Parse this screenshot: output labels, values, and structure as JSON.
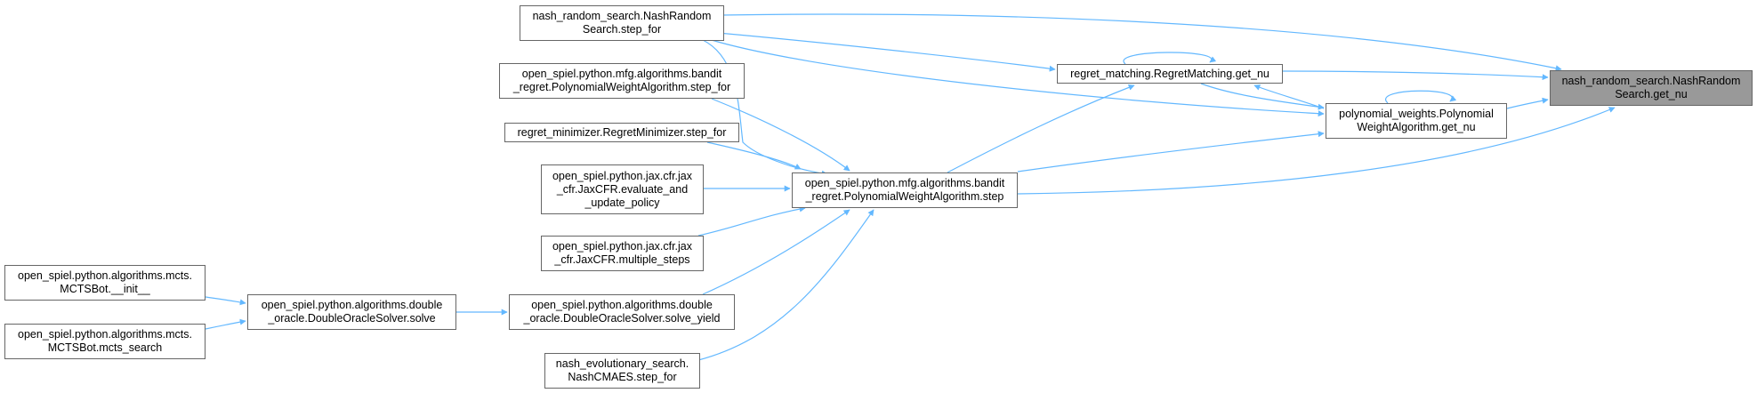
{
  "colors": {
    "edge": "#63b8ff",
    "node_border": "#666666",
    "focus_fill": "#999999",
    "node_fill": "#ffffff"
  },
  "nodes": {
    "n0": {
      "lines": [
        "nash_random_search.NashRandom",
        "Search.get_nu"
      ],
      "focus": true
    },
    "n1": {
      "lines": [
        "polynomial_weights.Polynomial",
        "WeightAlgorithm.get_nu"
      ]
    },
    "n2": {
      "lines": [
        "regret_matching.RegretMatching.get_nu"
      ]
    },
    "n3": {
      "lines": [
        "open_spiel.python.mfg.algorithms.bandit",
        "_regret.PolynomialWeightAlgorithm.step"
      ]
    },
    "n4": {
      "lines": [
        "nash_random_search.NashRandom",
        "Search.step_for"
      ]
    },
    "n5": {
      "lines": [
        "open_spiel.python.mfg.algorithms.bandit",
        "_regret.PolynomialWeightAlgorithm.step_for"
      ]
    },
    "n6": {
      "lines": [
        "regret_minimizer.RegretMinimizer.step_for"
      ]
    },
    "n7": {
      "lines": [
        "open_spiel.python.jax.cfr.jax",
        "_cfr.JaxCFR.evaluate_and",
        "_update_policy"
      ]
    },
    "n8": {
      "lines": [
        "open_spiel.python.jax.cfr.jax",
        "_cfr.JaxCFR.multiple_steps"
      ]
    },
    "n9": {
      "lines": [
        "open_spiel.python.algorithms.double",
        "_oracle.DoubleOracleSolver.solve_yield"
      ]
    },
    "n10": {
      "lines": [
        "nash_evolutionary_search.",
        "NashCMAES.step_for"
      ]
    },
    "n11": {
      "lines": [
        "open_spiel.python.algorithms.double",
        "_oracle.DoubleOracleSolver.solve"
      ]
    },
    "n12": {
      "lines": [
        "open_spiel.python.algorithms.mcts.",
        "MCTSBot.__init__"
      ]
    },
    "n13": {
      "lines": [
        "open_spiel.python.algorithms.mcts.",
        "MCTSBot.mcts_search"
      ]
    }
  }
}
